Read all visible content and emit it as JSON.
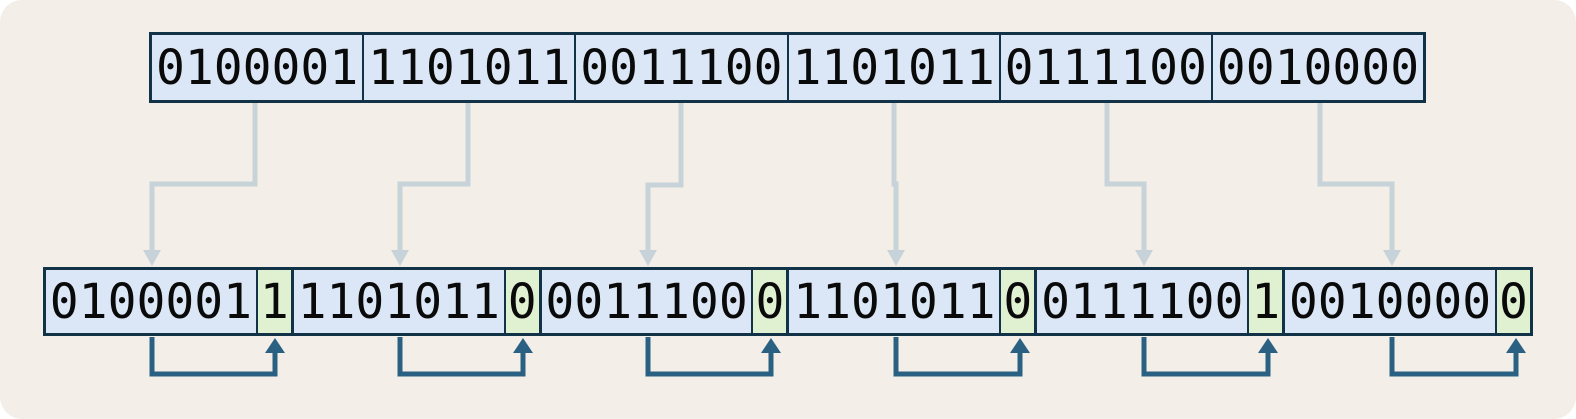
{
  "diagram": {
    "kind": "parity-bit-encoding",
    "colors": {
      "canvas_background": "#f3efe8",
      "bit_cell_fill": "#dbe7f6",
      "parity_cell_fill": "#e0f1d2",
      "cell_border": "#123248",
      "mapping_arrow": "#c7d3d9",
      "parity_arrow": "#2a6183",
      "bit_text": "#0a0a0a"
    },
    "top_row": {
      "groups": [
        {
          "bits": "0100001"
        },
        {
          "bits": "1101011"
        },
        {
          "bits": "0011100"
        },
        {
          "bits": "1101011"
        },
        {
          "bits": "0111100"
        },
        {
          "bits": "0010000"
        }
      ]
    },
    "bottom_row": {
      "groups": [
        {
          "data_bits": "0100001",
          "parity_bit": "1"
        },
        {
          "data_bits": "1101011",
          "parity_bit": "0"
        },
        {
          "data_bits": "0011100",
          "parity_bit": "0"
        },
        {
          "data_bits": "1101011",
          "parity_bit": "0"
        },
        {
          "data_bits": "0111100",
          "parity_bit": "1"
        },
        {
          "data_bits": "0010000",
          "parity_bit": "0"
        }
      ]
    }
  }
}
